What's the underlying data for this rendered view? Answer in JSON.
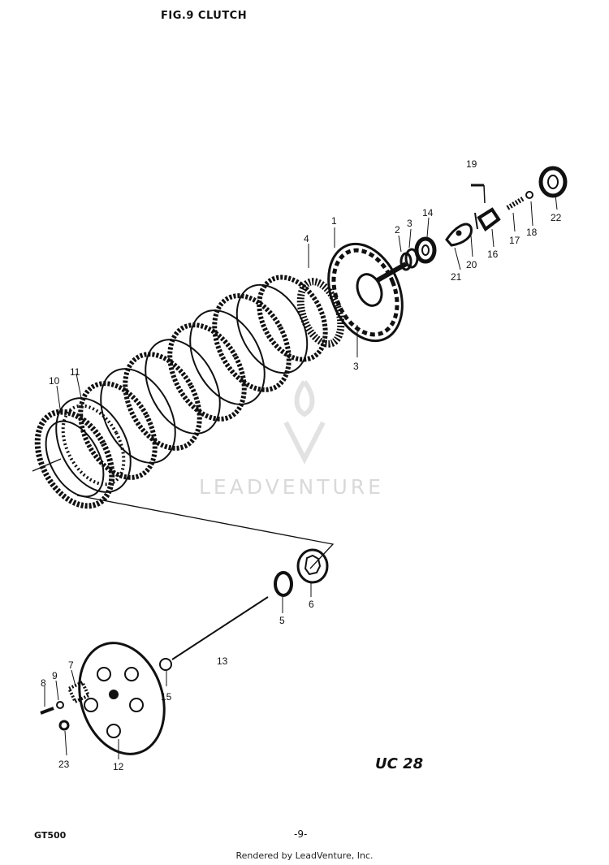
{
  "title": "FIG.9  CLUTCH",
  "model": "GT500",
  "page_number": "-9-",
  "code_stamp": "UC 28",
  "watermark": "LEADVENTURE",
  "footer": "Rendered by LeadVenture, Inc.",
  "callouts": [
    {
      "id": "c1",
      "label": "1"
    },
    {
      "id": "c2",
      "label": "2"
    },
    {
      "id": "c3a",
      "label": "3"
    },
    {
      "id": "c3b",
      "label": "3"
    },
    {
      "id": "c4",
      "label": "4"
    },
    {
      "id": "c5",
      "label": "5"
    },
    {
      "id": "c6",
      "label": "6"
    },
    {
      "id": "c7",
      "label": "7"
    },
    {
      "id": "c8",
      "label": "8"
    },
    {
      "id": "c9",
      "label": "9"
    },
    {
      "id": "c10",
      "label": "10"
    },
    {
      "id": "c11",
      "label": "11"
    },
    {
      "id": "c12",
      "label": "12"
    },
    {
      "id": "c13",
      "label": "13"
    },
    {
      "id": "c14",
      "label": "14"
    },
    {
      "id": "c15",
      "label": "15"
    },
    {
      "id": "c16",
      "label": "16"
    },
    {
      "id": "c17",
      "label": "17"
    },
    {
      "id": "c18",
      "label": "18"
    },
    {
      "id": "c19",
      "label": "19"
    },
    {
      "id": "c20",
      "label": "20"
    },
    {
      "id": "c21",
      "label": "21"
    },
    {
      "id": "c22",
      "label": "22"
    },
    {
      "id": "c23",
      "label": "23"
    }
  ]
}
